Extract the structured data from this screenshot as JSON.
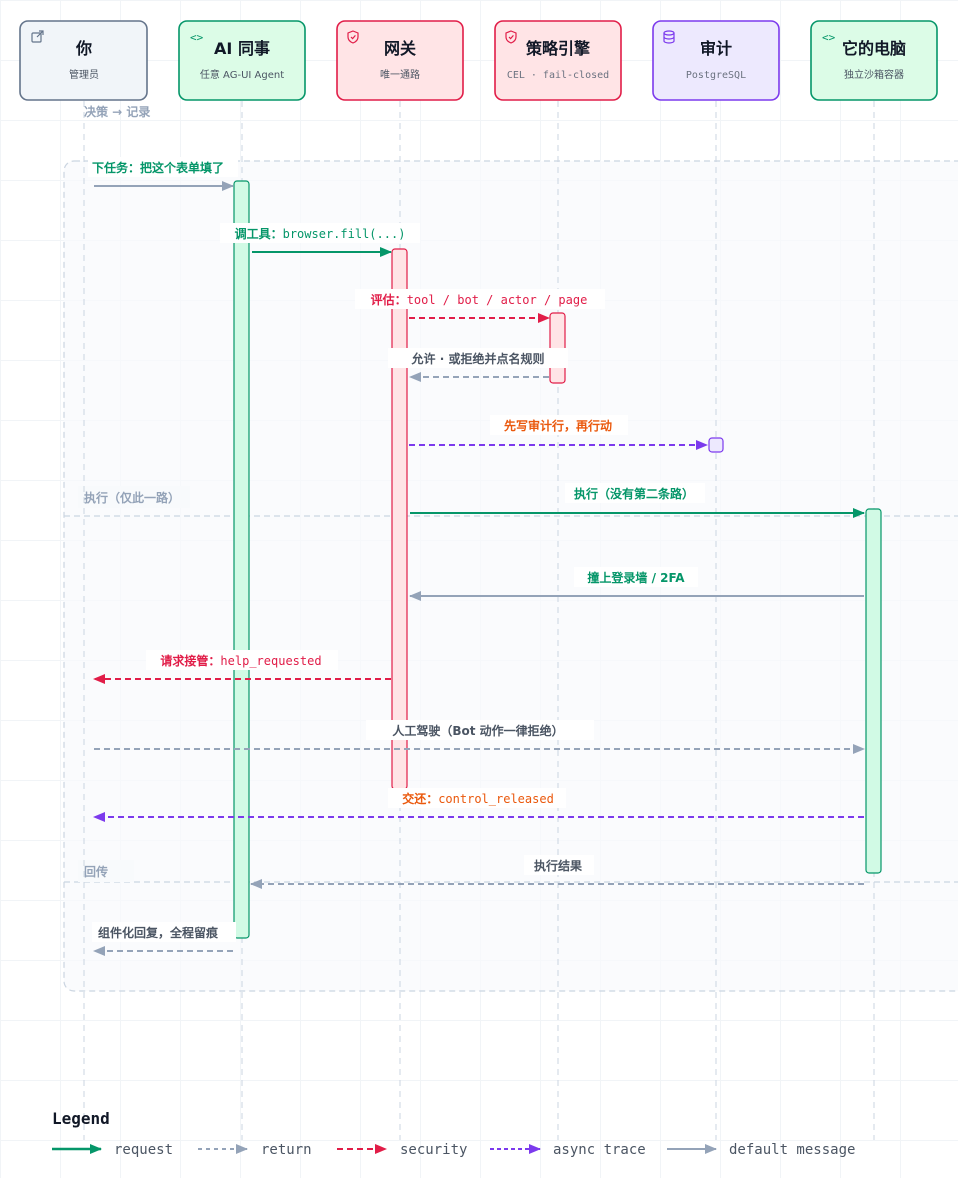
{
  "colors": {
    "request": "#059669",
    "return": "#94a3b8",
    "security": "#e11d48",
    "async": "#7c3aed",
    "default": "#94a3b8",
    "async_label": "#ea580c"
  },
  "actors": [
    {
      "id": "you",
      "icon": "external-link-icon",
      "title": "你",
      "subtitle": "管理员",
      "theme": "gray"
    },
    {
      "id": "agent",
      "icon": "code-icon",
      "title": "AI 同事",
      "subtitle": "任意 AG-UI Agent",
      "theme": "green"
    },
    {
      "id": "gateway",
      "icon": "shield-icon",
      "title": "网关",
      "subtitle": "唯一通路",
      "theme": "red"
    },
    {
      "id": "policy",
      "icon": "shield-icon",
      "title": "策略引擎",
      "subtitle": "CEL · fail-closed",
      "theme": "red",
      "mono": true
    },
    {
      "id": "audit",
      "icon": "database-icon",
      "title": "审计",
      "subtitle": "PostgreSQL",
      "theme": "purple",
      "mono": true
    },
    {
      "id": "computer",
      "icon": "code-icon",
      "title": "它的电脑",
      "subtitle": "独立沙箱容器",
      "theme": "green"
    }
  ],
  "groups": [
    {
      "label": "决策 → 记录"
    },
    {
      "label": "执行（仅此一路）"
    },
    {
      "label": "回传"
    }
  ],
  "messages": [
    {
      "from": "you",
      "to": "agent",
      "kind": "request",
      "label": "下任务：把这个表单填了",
      "code": ""
    },
    {
      "from": "agent",
      "to": "gateway",
      "kind": "request",
      "label": "调工具：",
      "code": "browser.fill(...)"
    },
    {
      "from": "gateway",
      "to": "policy",
      "kind": "security",
      "label": "评估：",
      "code": "tool / bot / actor / page"
    },
    {
      "from": "policy",
      "to": "gateway",
      "kind": "return",
      "label": "允许 · 或拒绝并点名规则",
      "code": ""
    },
    {
      "from": "gateway",
      "to": "audit",
      "kind": "async",
      "label": "先写审计行，再行动",
      "code": ""
    },
    {
      "from": "gateway",
      "to": "computer",
      "kind": "request",
      "label": "执行（没有第二条路）",
      "code": ""
    },
    {
      "from": "computer",
      "to": "gateway",
      "kind": "default",
      "label": "撞上登录墙 / 2FA",
      "code": ""
    },
    {
      "from": "gateway",
      "to": "you",
      "kind": "security",
      "label": "请求接管：",
      "code": "help_requested"
    },
    {
      "from": "you",
      "to": "computer",
      "kind": "return",
      "label": "人工驾驶（Bot 动作一律拒绝）",
      "code": ""
    },
    {
      "from": "computer",
      "to": "you",
      "kind": "async",
      "label": "交还：",
      "code": "control_released"
    },
    {
      "from": "computer",
      "to": "agent",
      "kind": "return",
      "label": "执行结果",
      "code": ""
    },
    {
      "from": "agent",
      "to": "you",
      "kind": "return",
      "label": "组件化回复，全程留痕",
      "code": ""
    }
  ],
  "legend": {
    "title": "Legend",
    "items": [
      {
        "kind": "request",
        "label": "request"
      },
      {
        "kind": "return",
        "label": "return"
      },
      {
        "kind": "security",
        "label": "security"
      },
      {
        "kind": "async",
        "label": "async trace"
      },
      {
        "kind": "default",
        "label": "default message"
      }
    ]
  }
}
